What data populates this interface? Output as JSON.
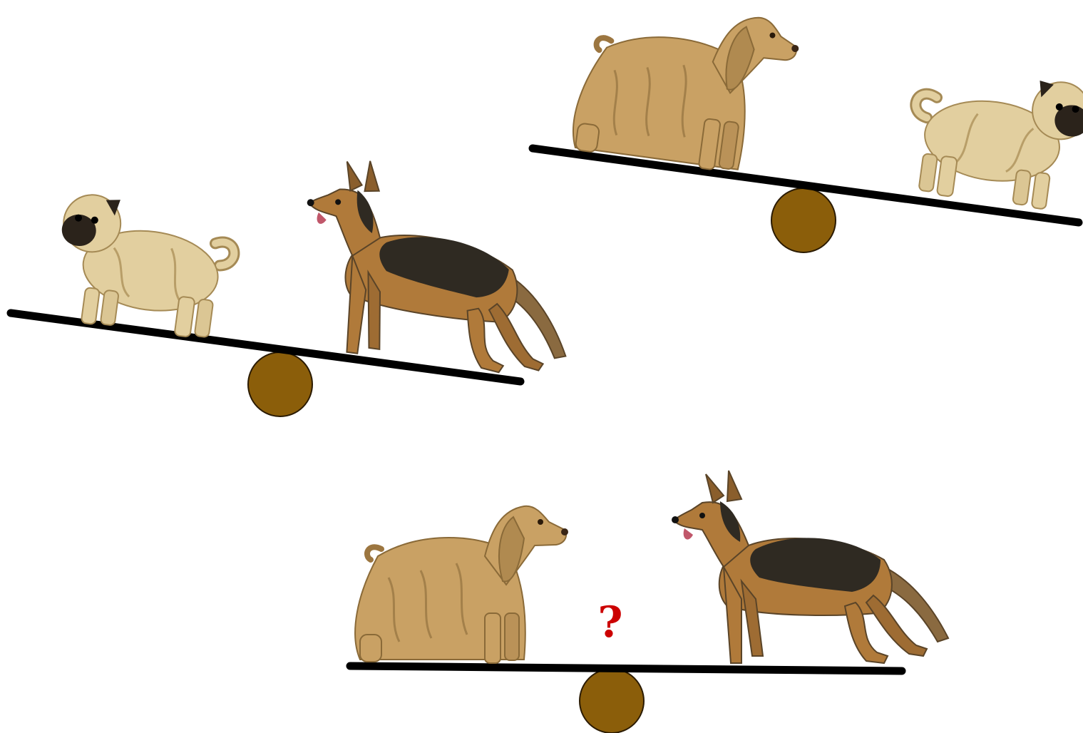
{
  "puzzle": {
    "question_mark": "?"
  },
  "seesaws": [
    {
      "id": "seesaw-top-right",
      "left": "cocker-spaniel",
      "right": "pug",
      "heavier": "right"
    },
    {
      "id": "seesaw-middle-left",
      "left": "pug",
      "right": "german-shepherd",
      "heavier": "right"
    },
    {
      "id": "seesaw-bottom",
      "left": "cocker-spaniel",
      "right": "german-shepherd",
      "heavier": "unknown"
    }
  ],
  "colors": {
    "beam": "#000000",
    "fulcrum": "#8B5E0A",
    "fulcrum_outline": "#2a1a00",
    "question_mark": "#cc0000",
    "pug_coat": "#e2cf9f",
    "pug_mask": "#2b231b",
    "spaniel_coat": "#c9a164",
    "shepherd_tan": "#b07a3a",
    "shepherd_saddle": "#2f2a22"
  }
}
